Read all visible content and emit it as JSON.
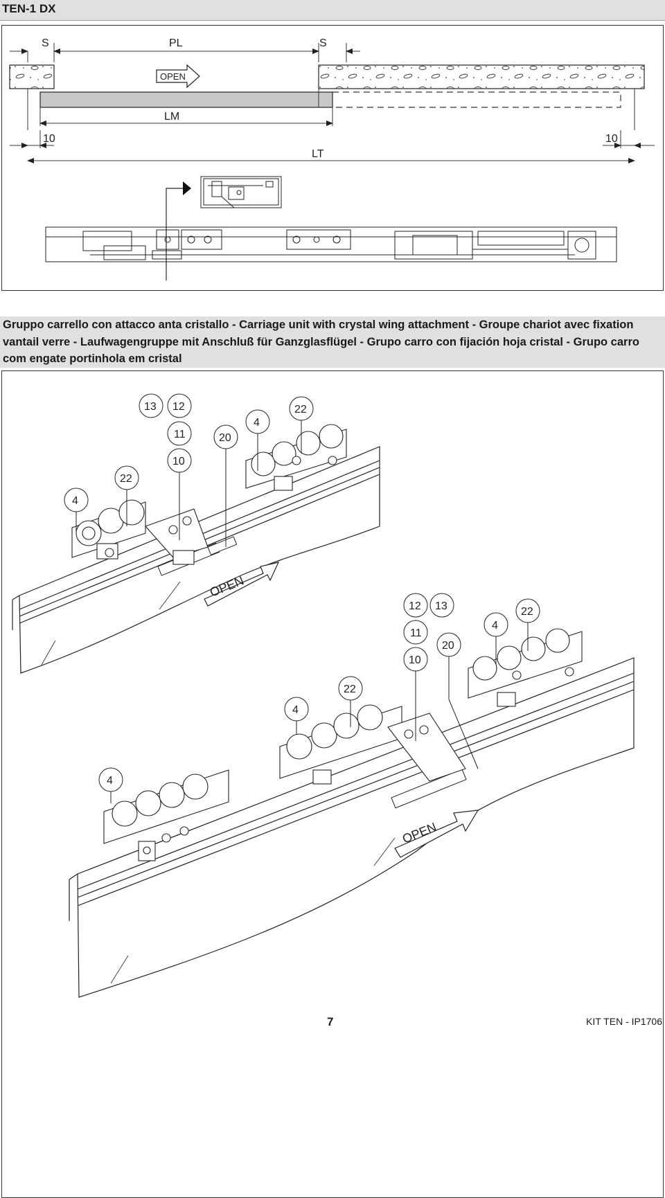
{
  "header": {
    "title": "TEN-1 DX"
  },
  "diagram_top": {
    "dimensions": {
      "s_left": "S",
      "pl": "PL",
      "s_right": "S",
      "lm": "LM",
      "left_gap": "10",
      "right_gap": "10",
      "lt": "LT"
    },
    "open_label": "OPEN"
  },
  "caption": "Gruppo carrello con attacco anta cristallo - Carriage unit with crystal wing attachment - Groupe chariot avec fixation vantail verre - Laufwagengruppe mit Anschluß für Ganzglasflügel - Grupo carro con fijación hoja cristal - Grupo carro com engate portinhola em cristal",
  "diagram_bottom": {
    "upper_callouts": {
      "c13": "13",
      "c12": "12",
      "c11": "11",
      "c10": "10",
      "c20": "20",
      "c4a": "4",
      "c22a": "22",
      "c22b": "22",
      "c4b": "4"
    },
    "lower_callouts": {
      "c12": "12",
      "c13": "13",
      "c11": "11",
      "c10": "10",
      "c20": "20",
      "c4a": "4",
      "c22a": "22",
      "c22b": "22",
      "c4b": "4",
      "c4c": "4"
    },
    "open_upper": "OPEN",
    "open_lower": "OPEN"
  },
  "footer": {
    "page_number": "7",
    "doc_code": "KIT TEN - IP1706"
  }
}
